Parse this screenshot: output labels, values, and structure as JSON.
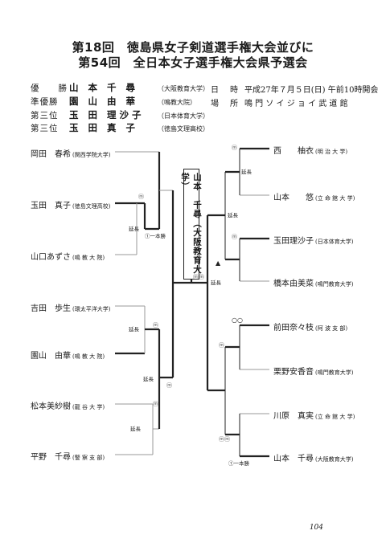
{
  "title": {
    "line1": "第18回　徳島県女子剣道選手権大会並びに",
    "line2": "第54回　全日本女子選手権大会県予選会"
  },
  "results": [
    {
      "rank": "優　　勝",
      "name": "山 本 千 尋",
      "affil": "（大阪教育大学）"
    },
    {
      "rank": "準優勝",
      "name": "園 山 由 華",
      "affil": "（鳴教大院）"
    },
    {
      "rank": "第三位",
      "name": "玉 田 理沙子",
      "affil": "（日本体育大学）"
    },
    {
      "rank": "第三位",
      "name": "玉 田 真 子",
      "affil": "（徳島文理高校）"
    }
  ],
  "event_info": {
    "date_label": "日　時",
    "date_value": "平成27年７月５日(日) 午前10時開会",
    "place_label": "場　所",
    "place_value": "鳴 門 ソ イ ジ ョ イ 武 道 館"
  },
  "left_players": [
    {
      "name": "岡田　春希",
      "affil": "(関西学院大学)"
    },
    {
      "name": "玉田　真子",
      "affil": "(徳島文理高校)"
    },
    {
      "name": "山口あずさ",
      "affil": "(鳴 教 大 院)"
    },
    {
      "name": "吉田　歩生",
      "affil": "(環太平洋大学)"
    },
    {
      "name": "園山　由華",
      "affil": "(鳴 教 大 院)"
    },
    {
      "name": "松本美紗樹",
      "affil": "(龍 谷 大 学)"
    },
    {
      "name": "平野　千尋",
      "affil": "(警 察 支 部)"
    }
  ],
  "right_players": [
    {
      "name": "西　　柚衣",
      "affil": "(明 治 大 学)"
    },
    {
      "name": "山本　　悠",
      "affil": "(立 命 館 大 学)"
    },
    {
      "name": "玉田理沙子",
      "affil": "(日本体育大学)"
    },
    {
      "name": "橋本由美菜",
      "affil": "(鳴門教育大学)"
    },
    {
      "name": "前田奈々枝",
      "affil": "(阿 波 支 部)"
    },
    {
      "name": "栗野安香音",
      "affil": "(鳴門教育大学)"
    },
    {
      "name": "川原　真実",
      "affil": "(立 命 館 大 学)"
    },
    {
      "name": "山本　千尋",
      "affil": "(大阪教育大学)"
    }
  ],
  "winner_box": "山本　千尋（大阪教育大学）",
  "annotations": {
    "enchou": "延長",
    "ippon_kachi": "①一本勝",
    "triangle_mark": "▲",
    "circle_mark": "○○"
  },
  "page_number": "104"
}
